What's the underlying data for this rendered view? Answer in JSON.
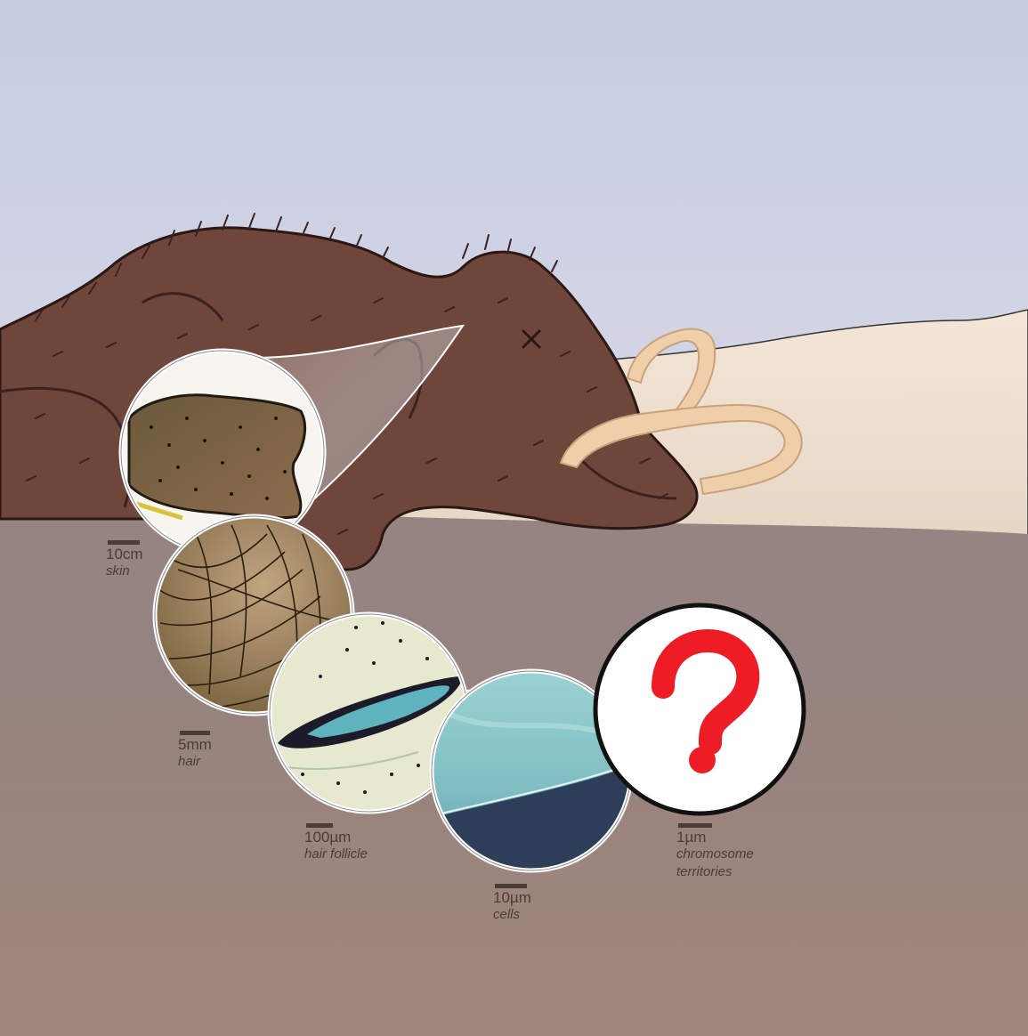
{
  "colors": {
    "sky_top": "#c7cce2",
    "sky_bottom": "#ece9ee",
    "snow": "#ecdccc",
    "ground_mid": "#958280",
    "ground": "#9d877c",
    "fur": "#6f463c",
    "fur_dark": "#3b2220",
    "tusk": "#efcfa9",
    "question_mark": "#ee1c25"
  },
  "zoom_levels": [
    {
      "id": "skin",
      "scale_value": "10cm",
      "label": "skin",
      "icon": "skin-micrograph"
    },
    {
      "id": "hair",
      "scale_value": "5mm",
      "label": "hair",
      "icon": "hair-micrograph"
    },
    {
      "id": "hair-follicle",
      "scale_value": "100µm",
      "label": "hair follicle",
      "icon": "follicle-micrograph"
    },
    {
      "id": "cells",
      "scale_value": "10µm",
      "label": "cells",
      "icon": "cells-micrograph"
    },
    {
      "id": "chromosome-territories",
      "scale_value": "1µm",
      "label": "chromosome territories",
      "icon": "question-mark-icon"
    }
  ]
}
